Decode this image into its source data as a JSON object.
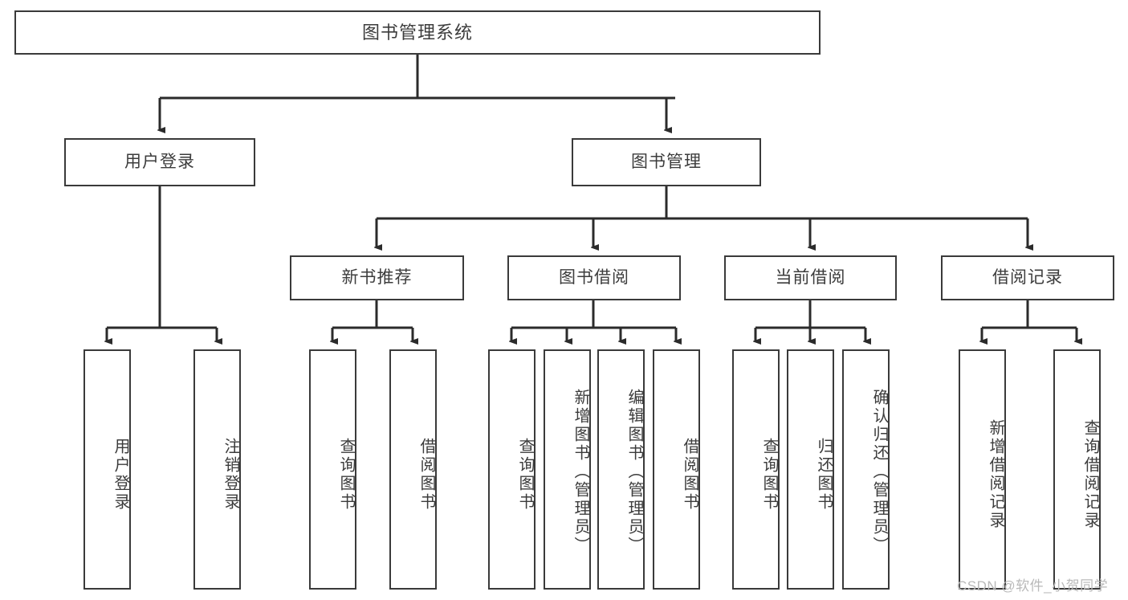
{
  "diagram": {
    "title": "图书管理系统",
    "watermark": "CSDN @软件_小贺同学",
    "colors": {
      "box_border": "#3a3a3a",
      "box_fill": "#ffffff",
      "connector": "#2b2b2b",
      "text": "#3c3c3c",
      "watermark": "#b9b9b9"
    },
    "root": {
      "label": "图书管理系统"
    },
    "level2": [
      {
        "label": "用户登录"
      },
      {
        "label": "图书管理"
      }
    ],
    "level3": [
      {
        "label": "新书推荐"
      },
      {
        "label": "图书借阅"
      },
      {
        "label": "当前借阅"
      },
      {
        "label": "借阅记录"
      }
    ],
    "leaves": {
      "user_login": [
        {
          "label": "用户登录"
        },
        {
          "label": "注销登录"
        }
      ],
      "new_book_recommend": [
        {
          "label": "查询图书"
        },
        {
          "label": "借阅图书"
        }
      ],
      "book_borrow": [
        {
          "label": "查询图书"
        },
        {
          "label": "新增图书（管理员）"
        },
        {
          "label": "编辑图书（管理员）"
        },
        {
          "label": "借阅图书"
        }
      ],
      "current_borrow": [
        {
          "label": "查询图书"
        },
        {
          "label": "归还图书"
        },
        {
          "label": "确认归还（管理员）"
        }
      ],
      "borrow_record": [
        {
          "label": "新增借阅记录"
        },
        {
          "label": "查询借阅记录"
        }
      ]
    }
  }
}
